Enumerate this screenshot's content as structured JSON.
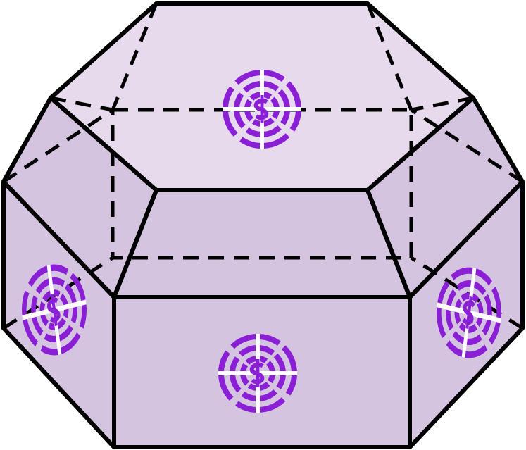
{
  "figure": {
    "shape": "hexagonal-prism-frustum",
    "colors": {
      "top_face": "#E6DAEC",
      "side_face": "#D5C4E0",
      "edge": "#000000",
      "symbol": "#8A1FD6",
      "background": "#FFFFFF"
    },
    "faces": [
      {
        "name": "top-face",
        "has_symbol": true
      },
      {
        "name": "front-face",
        "has_symbol": true
      },
      {
        "name": "left-face",
        "has_symbol": true
      },
      {
        "name": "right-face",
        "has_symbol": true
      }
    ],
    "symbol_icon": "dollar-target-icon"
  }
}
